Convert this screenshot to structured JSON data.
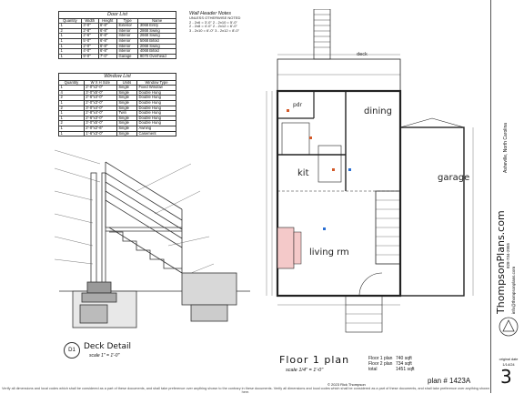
{
  "door_list": {
    "title": "Door List",
    "headers": [
      "Quantity",
      "Width",
      "Height",
      "Type",
      "Name"
    ],
    "rows": [
      [
        "1",
        "3'-0\"",
        "6'-8\"",
        "Exterior",
        "3068 Entry"
      ],
      [
        "2",
        "2'-8\"",
        "6'-8\"",
        "Interior",
        "2868 Swing"
      ],
      [
        "1",
        "2'-6\"",
        "6'-8\"",
        "Interior",
        "2668 Swing"
      ],
      [
        "1",
        "5'-0\"",
        "6'-8\"",
        "Interior",
        "5068 Bifold"
      ],
      [
        "1",
        "2'-0\"",
        "6'-8\"",
        "Interior",
        "2068 Swing"
      ],
      [
        "1",
        "4'-0\"",
        "6'-8\"",
        "Interior",
        "4068 Bifold"
      ],
      [
        "1",
        "9'-0\"",
        "7'-0\"",
        "Garage",
        "9070 Overhead"
      ]
    ]
  },
  "window_list": {
    "title": "Window List",
    "headers": [
      "Quantity",
      "W X H Size",
      "Units",
      "Window Type"
    ],
    "rows": [
      [
        "1",
        "2'-0\"x2'-0\"",
        "Single",
        "Fixed Window"
      ],
      [
        "4",
        "3'-0\"x5'-0\"",
        "Single",
        "Double Hung"
      ],
      [
        "2",
        "2'-6\"x4'-0\"",
        "Single",
        "Double Hung"
      ],
      [
        "1",
        "2'-0\"x3'-0\"",
        "Single",
        "Double Hung"
      ],
      [
        "2",
        "3'-0\"x4'-0\"",
        "Single",
        "Double Hung"
      ],
      [
        "1",
        "2'-8\"x4'-0\"",
        "Twin",
        "Double Hung"
      ],
      [
        "1",
        "2'-6\"x3'-0\"",
        "Single",
        "Double Hung"
      ],
      [
        "2",
        "3'-0\"x5'-0\"",
        "Single",
        "Double Hung"
      ],
      [
        "1",
        "2'-0\"x2'-6\"",
        "Single",
        "Awning"
      ],
      [
        "1",
        "1'-6\"x3'-0\"",
        "Single",
        "Casement"
      ]
    ]
  },
  "wall_header_notes": {
    "title": "Wall Header Notes",
    "lines": [
      "UNLESS OTHERWISE NOTED",
      "2 - 2x6 = 3'-0\"  2 - 2x10 = 5'-0\"",
      "2 - 2x8 = 4'-0\"  2 - 2x12 = 6'-0\"",
      "3 - 2x10 = 6'-0\"  3 - 2x12 = 8'-0\""
    ]
  },
  "deck_detail": {
    "number": "D1",
    "title": "Deck Detail",
    "scale": "scale 1\" = 1'-0\""
  },
  "floor_plan": {
    "title": "Floor 1 plan",
    "scale": "scale 1/4\" = 1'-0\"",
    "area_labels": [
      "Floor 1 plan",
      "Floor 2 plan",
      "total"
    ],
    "area_values": [
      "740 sqft",
      "734 sqft",
      "1451 sqft"
    ],
    "plan_number": "plan # 1423A",
    "copyright": "© 2023 Rick Thompson",
    "rooms": [
      "dining",
      "kit",
      "living rm",
      "garage",
      "deck",
      "pdr"
    ]
  },
  "title_block": {
    "location": "Asheville, North Carolina",
    "website": "ThompsonPlans.com",
    "phone": "828-734-2955",
    "email": "info@thompsonplans.com",
    "original_date": "original date",
    "date": "1/14/24",
    "sheet": "3"
  },
  "footer_note": "Verify all dimensions and local codes which shall be considered as a part of these documents, and shall take preference over anything shown to the contrary in these documents. Verify all dimensions and local codes which shall be considered as a part of these documents, and shall take preference over anything shown here."
}
